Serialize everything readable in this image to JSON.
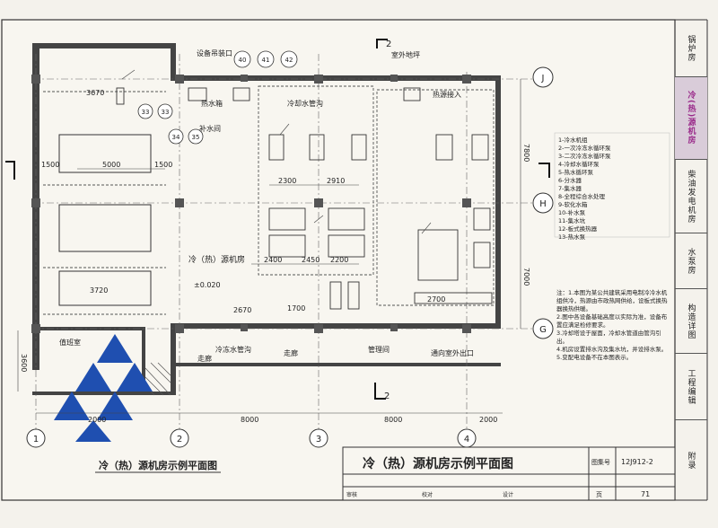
{
  "drawing": {
    "main_title": "冷（热）源机房示例平面图",
    "caption": "冷（热）源机房示例平面图",
    "atlas_label": "图集号",
    "atlas_no": "12J912-2",
    "page_label": "页",
    "page_no": "71",
    "signature_row": [
      "审核",
      "校对",
      "设计"
    ]
  },
  "side_tabs": [
    {
      "label": "锅炉房",
      "active": false
    },
    {
      "label": "冷(热)源机房",
      "active": true
    },
    {
      "label": "柴油发电机房",
      "active": false
    },
    {
      "label": "水泵房",
      "active": false
    },
    {
      "label": "构造详图",
      "active": false
    },
    {
      "label": "工程编辑",
      "active": false
    },
    {
      "label": "附录",
      "active": false
    }
  ],
  "grid_axes": {
    "columns": [
      "1",
      "2",
      "3",
      "4"
    ],
    "rows": [
      "J",
      "H",
      "G"
    ]
  },
  "section_marks": [
    "2",
    "2"
  ],
  "room_labels": {
    "equipment_hatch": "设备吊装口",
    "outdoor_ground": "室外地坪",
    "hot_water": "热水箱",
    "makeup_water": "补水间",
    "chiller_room": "冷（热）源机房",
    "cooling_water_pipe": "冷却水管沟",
    "duty_room": "值班室",
    "corridor": "走廊",
    "main_corridor": "走廊",
    "cold_water_pipe": "冷冻水管沟",
    "evac_exit": "通向室外出口",
    "mgmt_room": "管理间",
    "elevation": "±0.020",
    "heat_supply": "热源接入"
  },
  "dimensions": {
    "bottom": [
      "2000",
      "8000",
      "8000",
      "2000"
    ],
    "right": [
      "7800",
      "7000"
    ],
    "left": [
      "3600"
    ],
    "inner": [
      "3670",
      "5000",
      "1500",
      "1500",
      "3720",
      "2300",
      "2910",
      "2400",
      "2450",
      "2200",
      "2670",
      "2700",
      "1700"
    ]
  },
  "bubbles_top": [
    "40",
    "41",
    "42"
  ],
  "bubbles_mid": [
    "33",
    "33",
    "34",
    "35"
  ],
  "legend": [
    "1-冷水机组",
    "2-一次冷冻水循环泵",
    "3-二次冷冻水循环泵",
    "4-冷却水循环泵",
    "5-热水循环泵",
    "6-分水器",
    "7-集水器",
    "8-全程综合水处理",
    "9-软化水箱",
    "10-补水泵",
    "11-集水坑",
    "12-板式换热器",
    "13-热水泵"
  ],
  "notes": [
    "注：1.本图为某公共建筑采用电制冷冷水机组供冷，热源由市政热网供给，设板式换热器换热供暖。",
    "2.图中各设备基础高度以实际为准，设备布置应满足检修要求。",
    "3.冷却塔设于屋面，冷却水管道由管沟引出。",
    "4.机房设置排水沟及集水坑，并设排水泵。",
    "5.变配电设备不在本图表示。"
  ]
}
